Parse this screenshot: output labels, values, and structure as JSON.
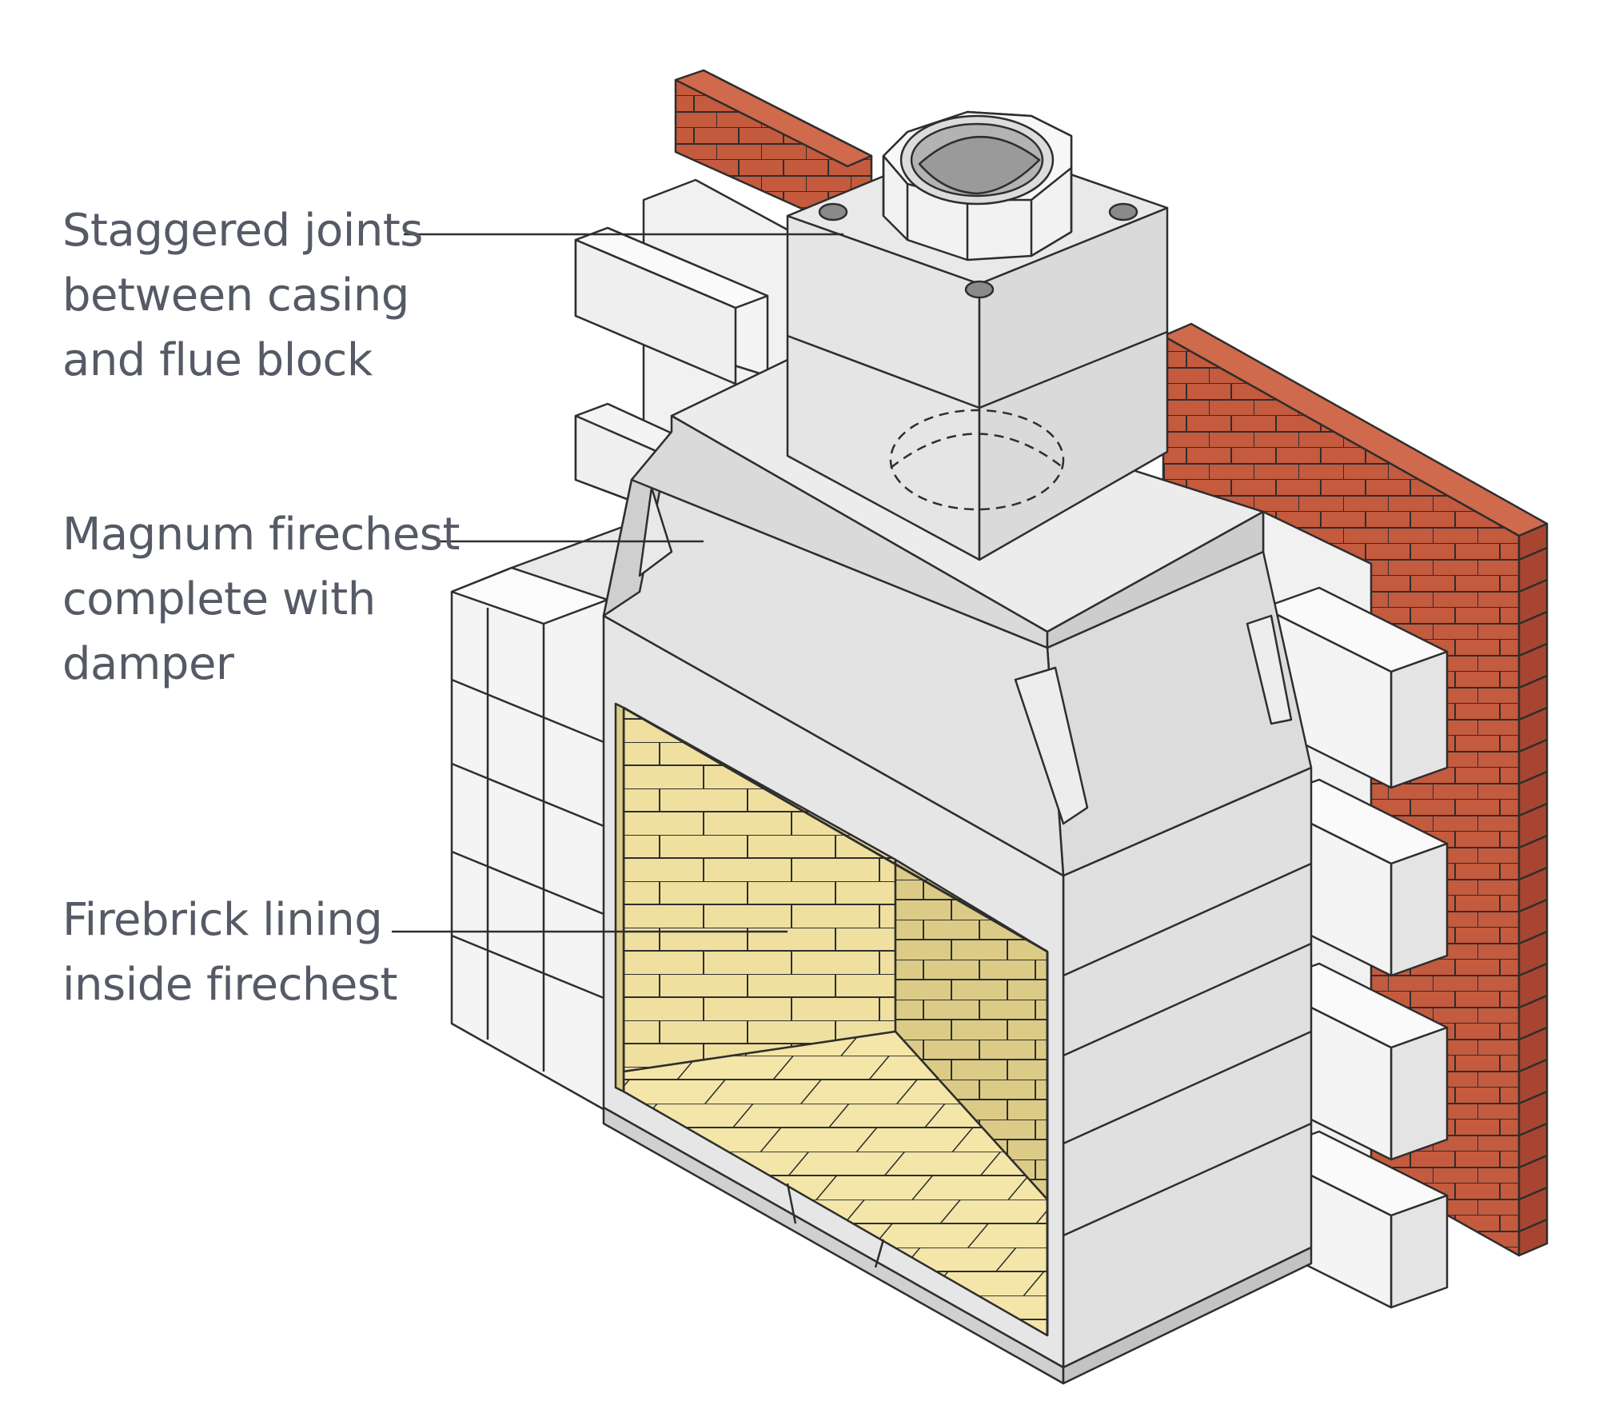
{
  "colors": {
    "background": "#ffffff",
    "outline": "#2e2e2e",
    "label_text": "#555a66",
    "red_brick": "#c45a3e",
    "red_brick_dark": "#a84530",
    "casing_block": "#f1f1f1",
    "concrete": "#d9d9d9",
    "firebrick": "#efe0a0",
    "firebrick_floor": "#f4e6a8",
    "firebrick_shadow": "#d9c983"
  },
  "labels": {
    "staggered_joints": {
      "lines": [
        "Staggered joints",
        "between casing",
        "and flue block"
      ]
    },
    "magnum_firechest": {
      "lines": [
        "Magnum firechest",
        "complete with",
        "damper"
      ]
    },
    "firebrick_lining": {
      "lines": [
        "Firebrick lining",
        "inside firechest"
      ]
    }
  },
  "icons": [
    "flue-liner-icon",
    "damper-outline-icon"
  ]
}
